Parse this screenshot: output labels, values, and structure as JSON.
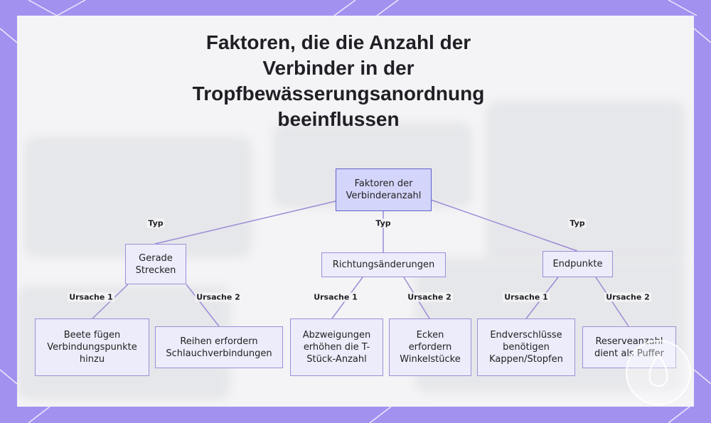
{
  "title": "Faktoren, die die Anzahl der Verbinder in der Tropfbewässerungsanordnung beeinflussen",
  "colors": {
    "frame": "#a391f0",
    "card": "#f4f4f6",
    "node_fill": "#ececfb",
    "node_border": "#9a8fd8",
    "root_fill": "#d4d5fb",
    "root_border": "#5d62c9",
    "edge": "#9b8ad6"
  },
  "diagram": {
    "root": "Faktoren der Verbinderanzahl",
    "branches": [
      {
        "edge_label": "Typ",
        "label": "Gerade Strecken",
        "causes": [
          {
            "edge_label": "Ursache 1",
            "label": "Beete fügen Verbindungspunkte hinzu"
          },
          {
            "edge_label": "Ursache 2",
            "label": "Reihen erfordern Schlauchverbindungen"
          }
        ]
      },
      {
        "edge_label": "Typ",
        "label": "Richtungsänderungen",
        "causes": [
          {
            "edge_label": "Ursache 1",
            "label": "Abzweigungen erhöhen die T-Stück-Anzahl"
          },
          {
            "edge_label": "Ursache 2",
            "label": "Ecken erfordern Winkelstücke"
          }
        ]
      },
      {
        "edge_label": "Typ",
        "label": "Endpunkte",
        "causes": [
          {
            "edge_label": "Ursache 1",
            "label": "Endverschlüsse benötigen Kappen/Stopfen"
          },
          {
            "edge_label": "Ursache 2",
            "label": "Reserveanzahl dient als Puffer"
          }
        ]
      }
    ]
  }
}
